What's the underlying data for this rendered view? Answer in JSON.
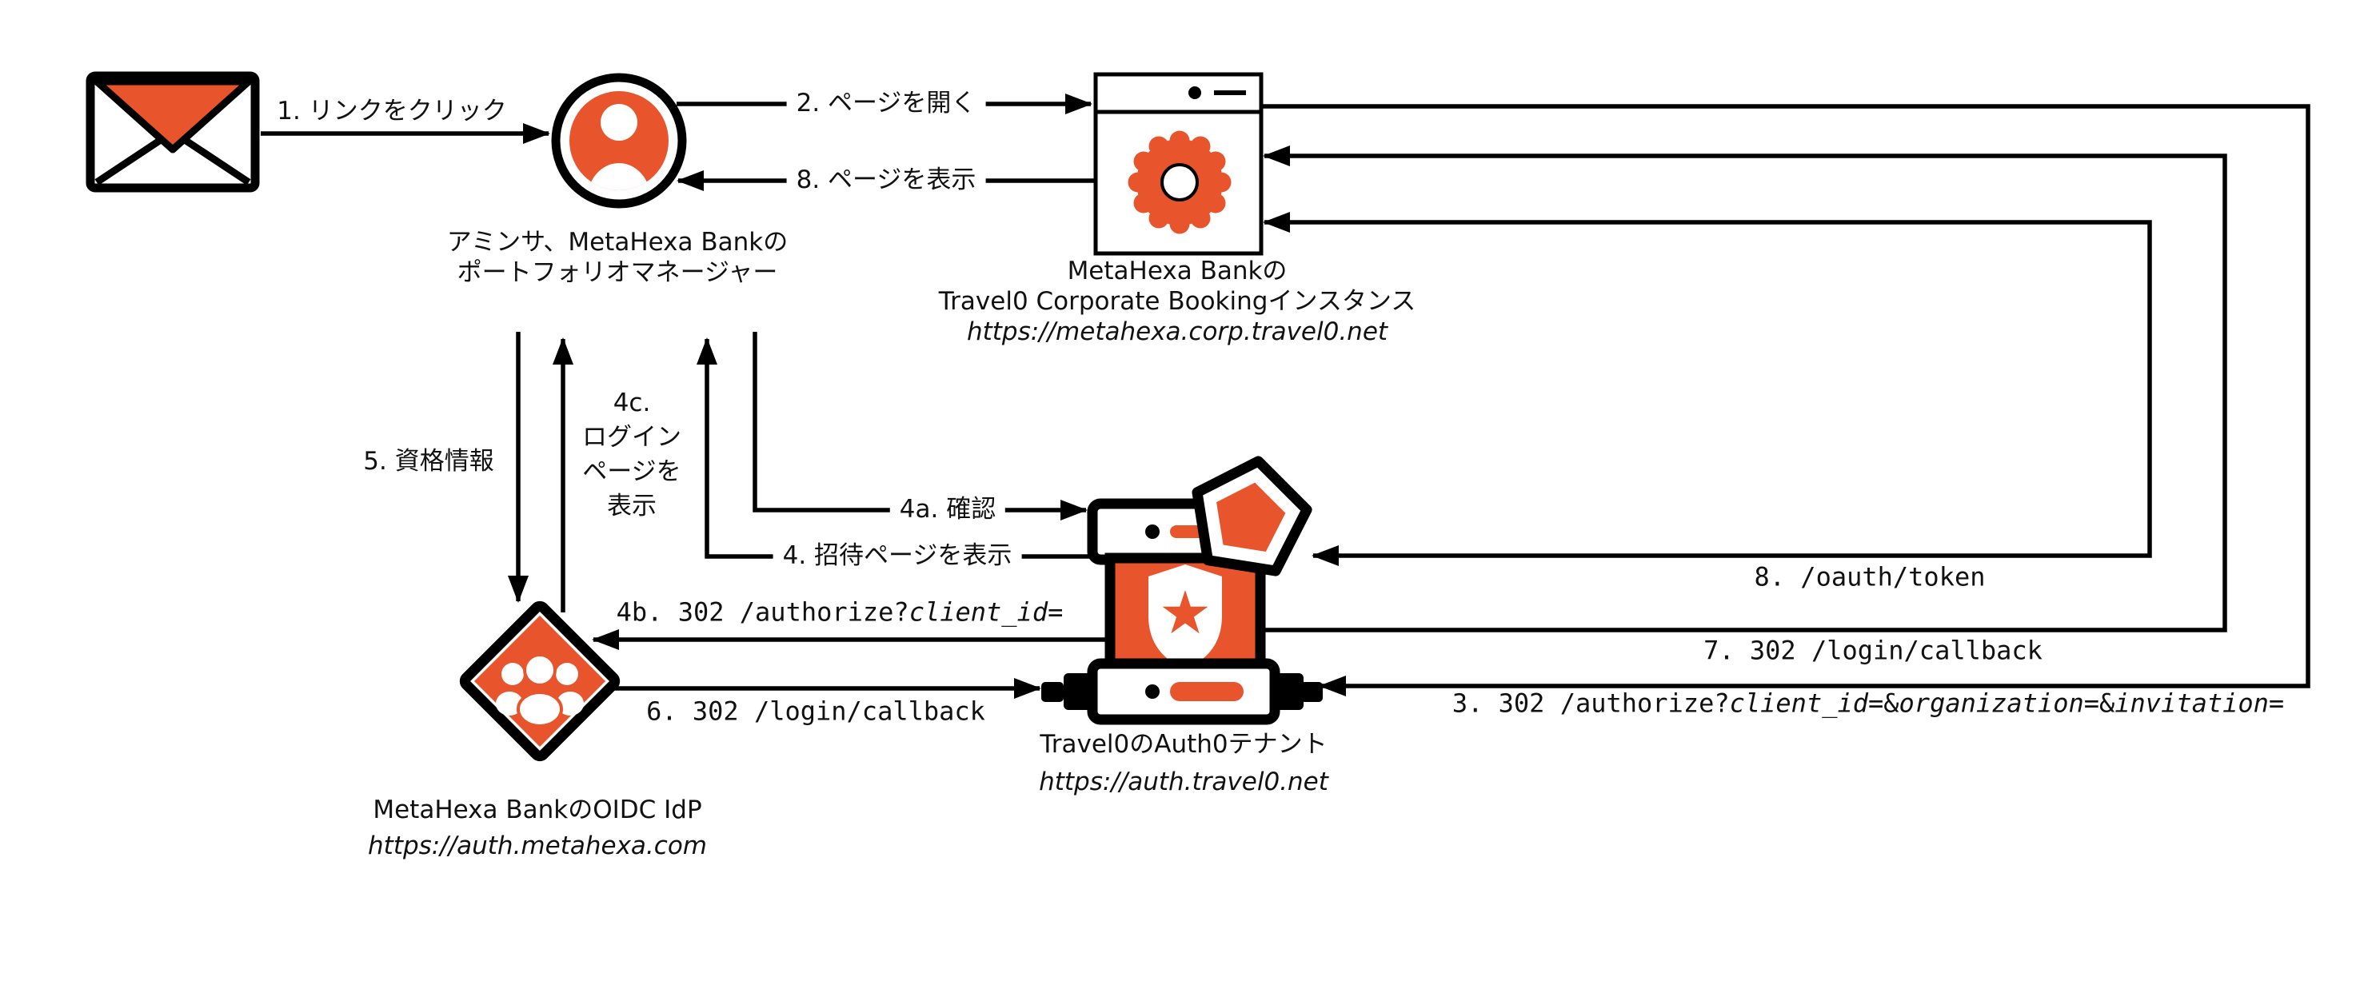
{
  "diagram": {
    "title": "invitation-flow-diagram",
    "colors": {
      "accent_orange": "#E8552C",
      "line_black": "#000000",
      "background": "#FFFFFF"
    }
  },
  "nodes": {
    "email": {
      "icon": "envelope-icon"
    },
    "user": {
      "icon": "person-icon",
      "caption_line1": "アミンサ、MetaHexa Bankの",
      "caption_line2": "ポートフォリオマネージャー"
    },
    "booking_instance": {
      "icon": "browser-gear-icon",
      "caption_line1": "MetaHexa Bankの",
      "caption_line2": "Travel0 Corporate Bookingインスタンス",
      "url": "https://metahexa.corp.travel0.net"
    },
    "oidc_idp": {
      "icon": "idp-diamond-icon",
      "caption_line1": "MetaHexa BankのOIDC IdP",
      "url": "https://auth.metahexa.com"
    },
    "auth0_tenant": {
      "icon": "auth0-server-icon",
      "caption_line1": "Travel0のAuth0テナント",
      "url": "https://auth.travel0.net"
    }
  },
  "labels": {
    "step1": "1. リンクをクリック",
    "step2": "2. ページを開く",
    "step8_page": "8. ページを表示",
    "step5": "5. 資格情報",
    "step4c_line1": "4c.",
    "step4c_line2": "ログイン",
    "step4c_line3": "ページを",
    "step4c_line4": "表示",
    "step4a": "4a. 確認",
    "step4": "4. 招待ページを表示",
    "step4b": {
      "prefix": "4b. 302 /authorize?",
      "param1": "client_id",
      "suffix": "="
    },
    "step6": "6. 302 /login/callback",
    "step8_token": "8. /oauth/token",
    "step7": "7. 302 /login/callback",
    "step3": {
      "prefix": "3. 302 /authorize?",
      "param1": "client_id",
      "sep1": "=&",
      "param2": "organization",
      "sep2": "=&",
      "param3": "invitation",
      "suffix": "="
    }
  }
}
